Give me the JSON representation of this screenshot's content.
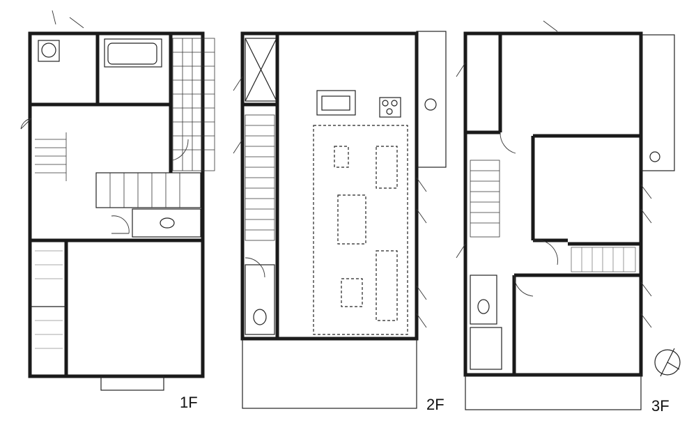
{
  "floors": [
    {
      "id": "1F",
      "label": "1F"
    },
    {
      "id": "2F",
      "label": "2F"
    },
    {
      "id": "3F",
      "label": "3F"
    }
  ]
}
